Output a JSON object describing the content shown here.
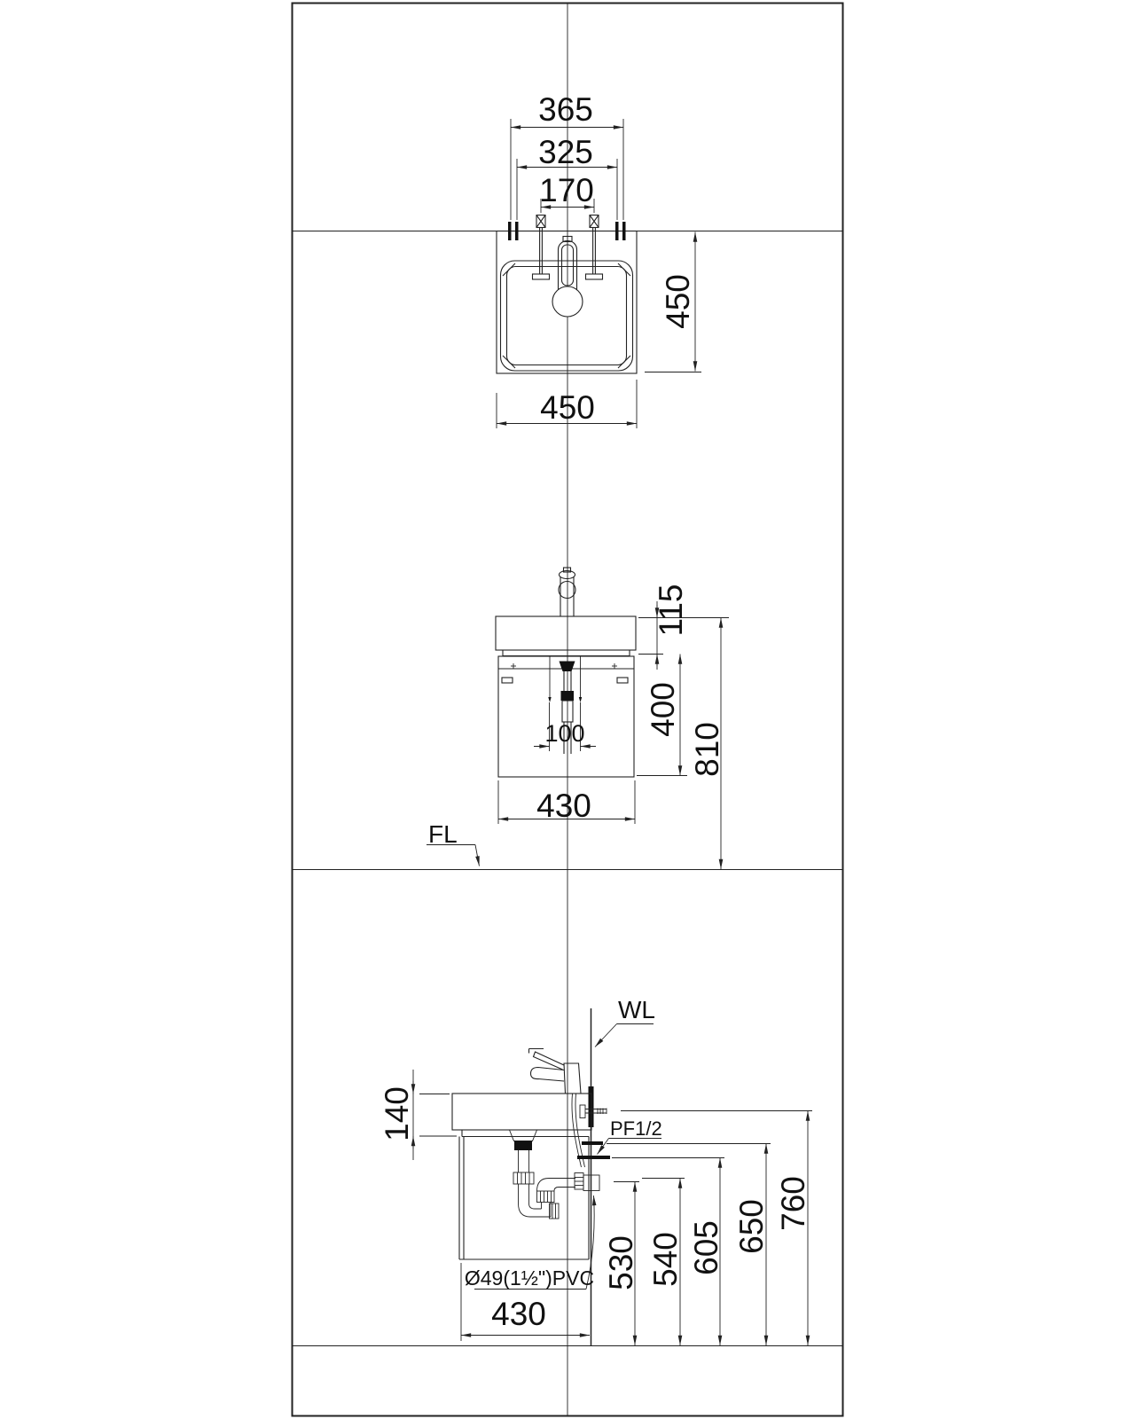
{
  "sheet": {
    "background": "#ffffff",
    "line_color": "#222222"
  },
  "top_view": {
    "dim_overall_width": "365",
    "dim_mounting_width": "325",
    "dim_hole_spacing": "170",
    "dim_depth": "450",
    "dim_basin_width": "450"
  },
  "front_view": {
    "dim_basin_height": "115",
    "dim_cabinet_height": "400",
    "dim_overall_height": "810",
    "dim_drain_spacing": "100",
    "dim_cabinet_width": "430",
    "floor_line_label": "FL"
  },
  "side_view": {
    "wall_line_label": "WL",
    "dim_counter_height": "140",
    "supply_fitting_label": "PF1/2",
    "height_dims": [
      "530",
      "540",
      "605",
      "650",
      "760"
    ],
    "drain_pipe_label": "Ø49(1½\")PVC",
    "dim_depth": "430"
  }
}
